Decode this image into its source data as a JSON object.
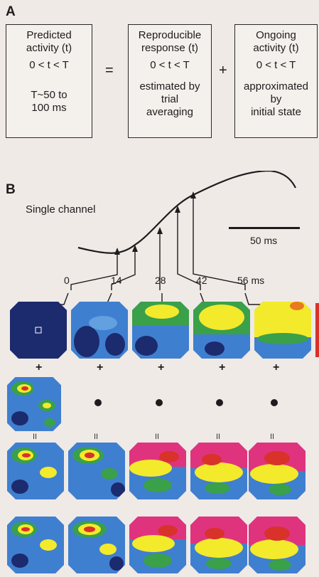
{
  "panel_a": {
    "letter": "A",
    "box1": {
      "line1": "Predicted",
      "line2": "activity (t)",
      "line3": "0 < t < T",
      "line4": "T~50 to",
      "line5": "100 ms"
    },
    "equals": "=",
    "box2": {
      "line1": "Reproducible",
      "line2": "response (t)",
      "line3": "0 < t < T",
      "line4": "estimated by",
      "line5": "trial",
      "line6": "averaging"
    },
    "plus": "+",
    "box3": {
      "line1": "Ongoing",
      "line2": "activity (t)",
      "line3": "0 < t < T",
      "line4": "approximated",
      "line5": "by",
      "line6": "initial state"
    }
  },
  "panel_b": {
    "letter": "B",
    "channel_label": "Single channel",
    "scale_label": "50 ms",
    "time_labels": [
      "0",
      "14",
      "28",
      "42",
      "56 ms"
    ],
    "row_plus": "+",
    "row_equals": "II"
  },
  "colors": {
    "dark_blue": "#1c2a6e",
    "blue": "#3f7fd0",
    "green": "#3aa04a",
    "yellow": "#f3ea2c",
    "red": "#d8322a",
    "magenta": "#e0337e",
    "background": "#efeae6"
  }
}
